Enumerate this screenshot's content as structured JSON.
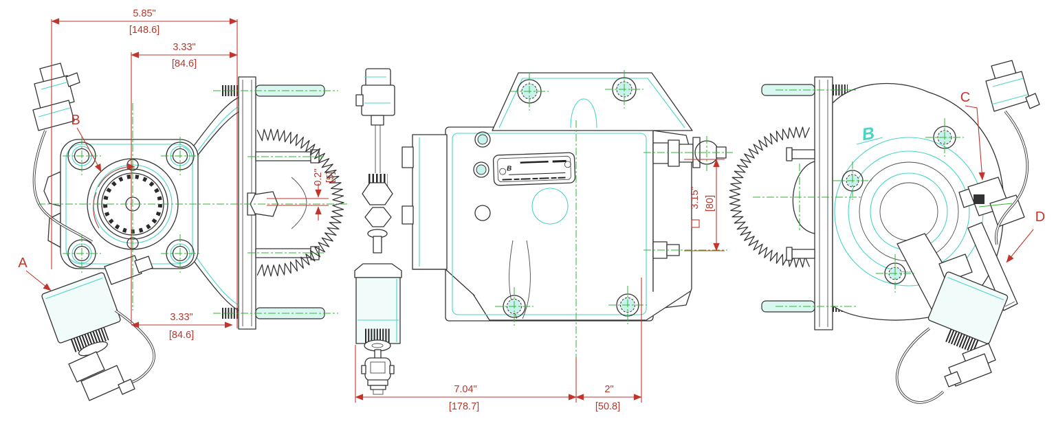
{
  "drawing": {
    "callouts": {
      "a": "A",
      "b": "B",
      "c": "C",
      "d": "D"
    },
    "casting_logo": "B",
    "nameplate_logo": "B",
    "dims": {
      "overall_width": {
        "in": "5.85\"",
        "mm": "[148.6]"
      },
      "flange_offset_top": {
        "in": "3.33\"",
        "mm": "[84.6]"
      },
      "gear_offset": {
        "in": "0.2\"",
        "mm": "[5]"
      },
      "flange_offset_bottom": {
        "in": "3.33\"",
        "mm": "[84.6]"
      },
      "body_length": {
        "in": "7.04\"",
        "mm": "[178.7]"
      },
      "shaft_extension": {
        "in": "2\"",
        "mm": "[50.8]"
      },
      "square_flange": {
        "in": "3.15\"",
        "mm": "[80]"
      }
    },
    "colors": {
      "outline": "#333333",
      "cyan": "#49d5c5",
      "green": "#2fb62f",
      "red": "#c2352b"
    }
  }
}
